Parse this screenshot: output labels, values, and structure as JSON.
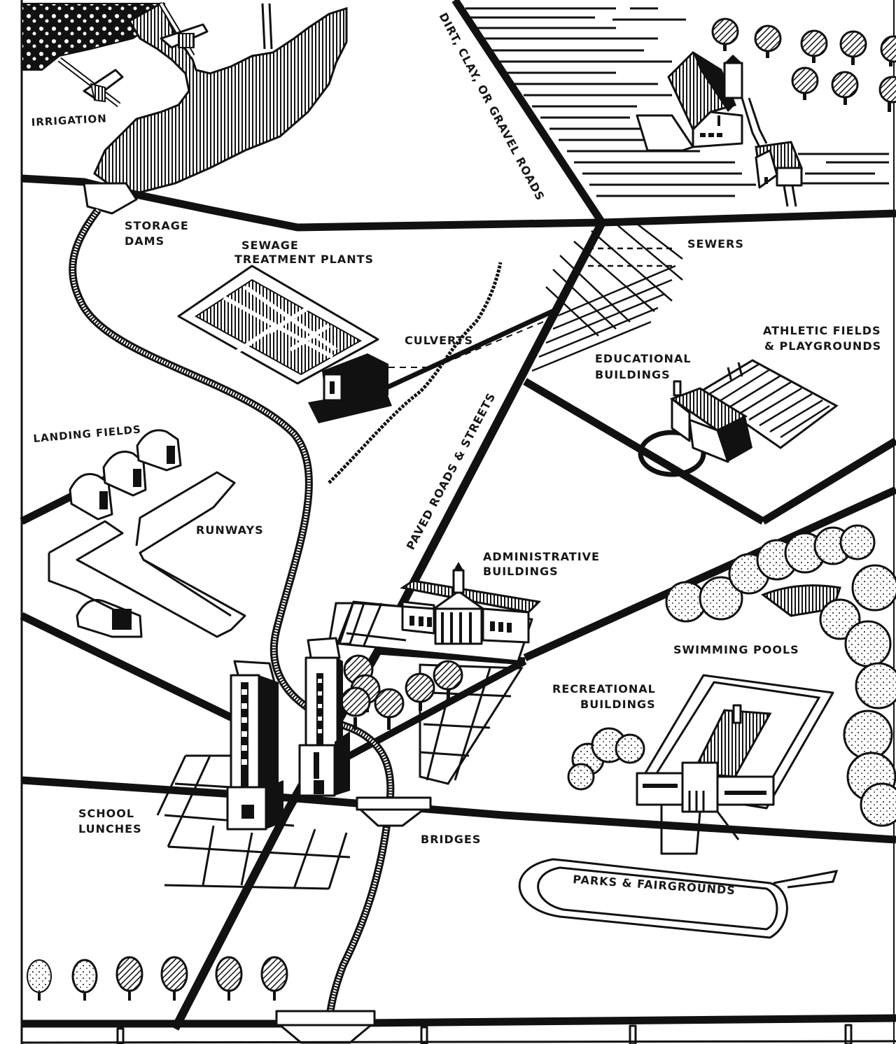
{
  "diagram": {
    "style": "vintage isometric public-works map, black ink on white",
    "colors": {
      "ink": "#111111",
      "paper": "#ffffff",
      "hatch": "#222222"
    },
    "labels": {
      "irrigation": "IRRIGATION",
      "dirt_roads": "DIRT, CLAY, OR GRAVEL ROADS",
      "storage_dams_line1": "STORAGE",
      "storage_dams_line2": "DAMS",
      "sewage_line1": "SEWAGE",
      "sewage_line2": "TREATMENT  PLANTS",
      "sewers": "SEWERS",
      "culverts": "CULVERTS",
      "athletic_line1": "ATHLETIC FIELDS",
      "athletic_line2": "& PLAYGROUNDS",
      "educational_line1": "EDUCATIONAL",
      "educational_line2": "BUILDINGS",
      "landing_fields": "LANDING FIELDS",
      "runways": "RUNWAYS",
      "paved_roads": "PAVED ROADS & STREETS",
      "administrative_line1": "ADMINISTRATIVE",
      "administrative_line2": "BUILDINGS",
      "swimming_pools": "SWIMMING POOLS",
      "recreational_line1": "RECREATIONAL",
      "recreational_line2": "BUILDINGS",
      "school_lunches_line1": "SCHOOL",
      "school_lunches_line2": "LUNCHES",
      "bridges": "BRIDGES",
      "parks": "PARKS & FAIRGROUNDS"
    },
    "features": [
      {
        "name": "forest",
        "region": "top-left"
      },
      {
        "name": "reservoir-lake",
        "region": "top-left"
      },
      {
        "name": "irrigation-gates",
        "count": 2
      },
      {
        "name": "farm-barn-with-silo",
        "region": "top-right"
      },
      {
        "name": "farmhouse",
        "region": "top-right"
      },
      {
        "name": "orchard-trees",
        "count": 12
      },
      {
        "name": "plowed-field",
        "region": "top-center"
      },
      {
        "name": "sewage-treatment-beds",
        "cells": 6
      },
      {
        "name": "sewer-grid",
        "region": "center-right"
      },
      {
        "name": "schoolhouse",
        "region": "right"
      },
      {
        "name": "athletic-field",
        "region": "right"
      },
      {
        "name": "hangars",
        "count": 4
      },
      {
        "name": "runway",
        "region": "left"
      },
      {
        "name": "town-hall",
        "region": "center"
      },
      {
        "name": "skyscrapers",
        "count": 2
      },
      {
        "name": "city-blocks",
        "region": "center-bottom"
      },
      {
        "name": "pool-complex",
        "region": "right"
      },
      {
        "name": "park-trees",
        "region": "right"
      },
      {
        "name": "race-track",
        "region": "bottom-right"
      },
      {
        "name": "roadside-trees",
        "count": 6
      },
      {
        "name": "bridges",
        "count": 2
      },
      {
        "name": "river",
        "region": "center"
      }
    ]
  }
}
